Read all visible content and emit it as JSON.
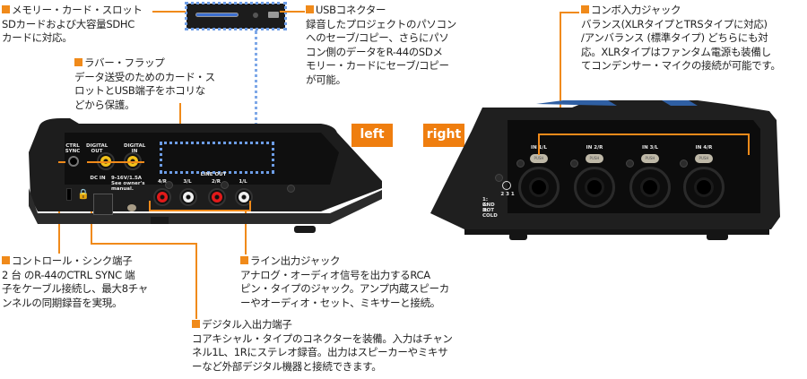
{
  "tags": {
    "left": "left",
    "right": "right"
  },
  "annotations": {
    "memory_card_slot": {
      "title": "メモリー・カード・スロット",
      "lines": [
        "SDカードおよび大容量SDHC",
        "カードに対応。"
      ]
    },
    "rubber_flap": {
      "title": "ラバー・フラップ",
      "lines": [
        "データ送受のためのカード・ス",
        "ロットとUSB端子をホコリな",
        "どから保護。"
      ]
    },
    "usb_connector": {
      "title": "USBコネクター",
      "lines": [
        "録音したプロジェクトのパソコン",
        "へのセーブ/コピー、さらにパソ",
        "コン側のデータをR-44のSDメ",
        "モリー・カードにセーブ/コピー",
        "が可能。"
      ]
    },
    "combo_input": {
      "title": "コンボ入力ジャック",
      "lines": [
        "バランス(XLRタイプとTRSタイプに対応)",
        "/アンバランス (標準タイプ) どちらにも対",
        "応。XLRタイプはファンタム電源も装備し",
        "てコンデンサー・マイクの接続が可能です。"
      ]
    },
    "control_sync": {
      "title": "コントロール・シンク端子",
      "lines": [
        "2 台 のR-44のCTRL SYNC 端",
        "子をケーブル接続し、最大8チャ",
        "ンネルの同期録音を実現。"
      ]
    },
    "line_out": {
      "title": "ライン出力ジャック",
      "lines": [
        "アナログ・オーディオ信号を出力するRCA",
        "ピン・タイプのジャック。アンプ内蔵スピーカ",
        "ーやオーディオ・セット、ミキサーと接続。"
      ]
    },
    "digital_io": {
      "title": "デジタル入出力端子",
      "lines": [
        "コアキシャル・タイプのコネクターを装備。入力はチャン",
        "ネル1L、1Rにステレオ録音。出力はスピーカーやミキサ",
        "ーなど外部デジタル機器と接続できます。"
      ]
    }
  },
  "left_panel": {
    "ctrl_sync": "CTRL SYNC",
    "digital_out": "DIGITAL OUT",
    "digital_in": "DIGITAL IN",
    "dc_in": "DC IN",
    "dc_spec": "9-16V/1.5A",
    "dc_note": "See owner's manual.",
    "line_out": "LINE OUT",
    "line_out_jacks": [
      "4/R",
      "3/L",
      "2/R",
      "1/L"
    ]
  },
  "right_panel": {
    "inputs": [
      "IN 1/L",
      "IN 2/R",
      "IN 3/L",
      "IN 4/R"
    ],
    "push_label": "PUSH",
    "pin_legend": [
      "1: GND",
      "2: HOT",
      "3: COLD"
    ],
    "pin_numbers": "2 3 1"
  }
}
